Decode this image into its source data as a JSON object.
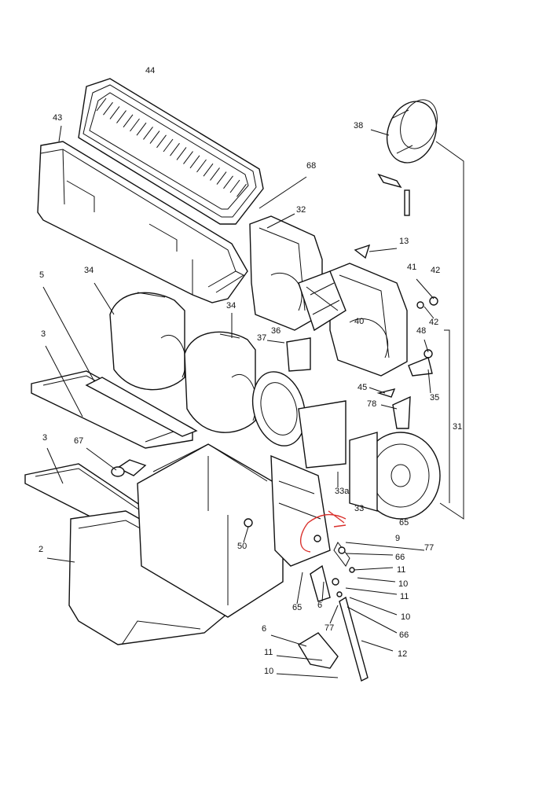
{
  "diagram": {
    "labels": [
      {
        "id": "44",
        "text": "44"
      },
      {
        "id": "43",
        "text": "43"
      },
      {
        "id": "38",
        "text": "38"
      },
      {
        "id": "68",
        "text": "68"
      },
      {
        "id": "32",
        "text": "32"
      },
      {
        "id": "13",
        "text": "13"
      },
      {
        "id": "5",
        "text": "5"
      },
      {
        "id": "34a",
        "text": "34"
      },
      {
        "id": "41",
        "text": "41"
      },
      {
        "id": "42a",
        "text": "42"
      },
      {
        "id": "42b",
        "text": "42"
      },
      {
        "id": "34b",
        "text": "34"
      },
      {
        "id": "40",
        "text": "40"
      },
      {
        "id": "3a",
        "text": "3"
      },
      {
        "id": "37",
        "text": "37"
      },
      {
        "id": "36",
        "text": "36"
      },
      {
        "id": "48",
        "text": "48"
      },
      {
        "id": "45",
        "text": "45"
      },
      {
        "id": "35",
        "text": "35"
      },
      {
        "id": "78",
        "text": "78"
      },
      {
        "id": "31",
        "text": "31"
      },
      {
        "id": "3b",
        "text": "3"
      },
      {
        "id": "67",
        "text": "67"
      },
      {
        "id": "33a",
        "text": "33a"
      },
      {
        "id": "33",
        "text": "33"
      },
      {
        "id": "65a",
        "text": "65"
      },
      {
        "id": "9",
        "text": "9"
      },
      {
        "id": "77a",
        "text": "77"
      },
      {
        "id": "2",
        "text": "2"
      },
      {
        "id": "50",
        "text": "50"
      },
      {
        "id": "66a",
        "text": "66"
      },
      {
        "id": "11a",
        "text": "11"
      },
      {
        "id": "10a",
        "text": "10"
      },
      {
        "id": "11b",
        "text": "11"
      },
      {
        "id": "65b",
        "text": "65"
      },
      {
        "id": "6a",
        "text": "6"
      },
      {
        "id": "10b",
        "text": "10"
      },
      {
        "id": "77b",
        "text": "77"
      },
      {
        "id": "6b",
        "text": "6"
      },
      {
        "id": "66b",
        "text": "66"
      },
      {
        "id": "11c",
        "text": "11"
      },
      {
        "id": "12",
        "text": "12"
      },
      {
        "id": "10c",
        "text": "10"
      }
    ]
  }
}
